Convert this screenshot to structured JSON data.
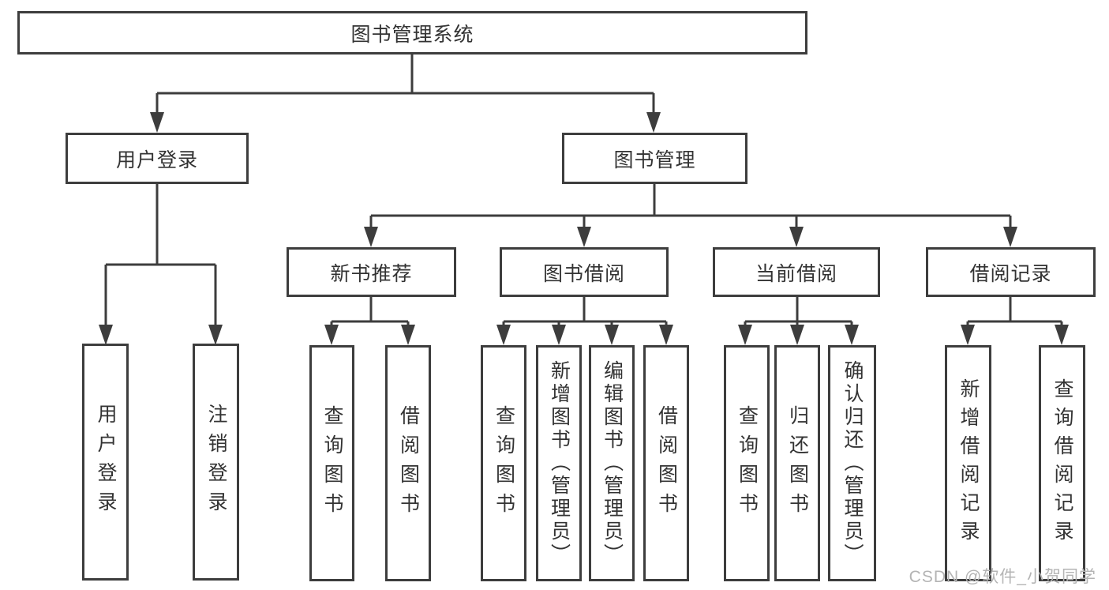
{
  "tree": {
    "root": "图书管理系统",
    "branches": [
      {
        "label": "用户登录",
        "children": [
          "用户登录",
          "注销登录"
        ]
      },
      {
        "label": "图书管理",
        "groups": [
          {
            "label": "新书推荐",
            "children": [
              "查询图书",
              "借阅图书"
            ]
          },
          {
            "label": "图书借阅",
            "children": [
              "查询图书",
              "新增图书（管理员）",
              "编辑图书（管理员）",
              "借阅图书"
            ]
          },
          {
            "label": "当前借阅",
            "children": [
              "查询图书",
              "归还图书",
              "确认归还（管理员）"
            ]
          },
          {
            "label": "借阅记录",
            "children": [
              "新增借阅记录",
              "查询借阅记录"
            ]
          }
        ]
      }
    ]
  },
  "watermark": {
    "text": "CSDN @软件_小贺同学"
  },
  "colors": {
    "line": "#3d3d3d",
    "box_border": "#3d3d3d",
    "box_fill": "#ffffff",
    "text": "#333333",
    "watermark": "#b4b4b4",
    "background": "#ffffff"
  }
}
